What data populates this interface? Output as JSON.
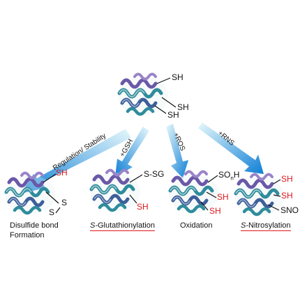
{
  "colors": {
    "arrow_start": "#d8f3f8",
    "arrow_end": "#0f7fd6",
    "helix_teal": "#2f8c9c",
    "helix_purple": "#6a58a8",
    "helix_light": "#cfe3e6",
    "helix_dark": "#2b3f78",
    "red_text": "#e0161b"
  },
  "center": {
    "sh1": "SH",
    "sh2": "SH",
    "sh3": "SH"
  },
  "arrows": {
    "a1": "Regulation/ Stability",
    "a2": "+GSH",
    "a3": "+ROS",
    "a4": "+RNS"
  },
  "products": {
    "p1": {
      "sh": "SH",
      "s1": "S",
      "s2": "S",
      "caption_line1": "Disulfide bond",
      "caption_line2": "Formation"
    },
    "p2": {
      "top": "S-SG",
      "sh": "SH",
      "caption_prefix": "S-",
      "caption_rest": "Glutathionylation"
    },
    "p3": {
      "top_base": "SO",
      "top_sub": "n",
      "top_end": "H",
      "sh1": "SH",
      "sh2": "SH",
      "caption": "Oxidation"
    },
    "p4": {
      "sh1": "SH",
      "sh2": "SH",
      "sno": "SNO",
      "caption_prefix": "S-",
      "caption_rest": "Nitrosylation"
    }
  }
}
